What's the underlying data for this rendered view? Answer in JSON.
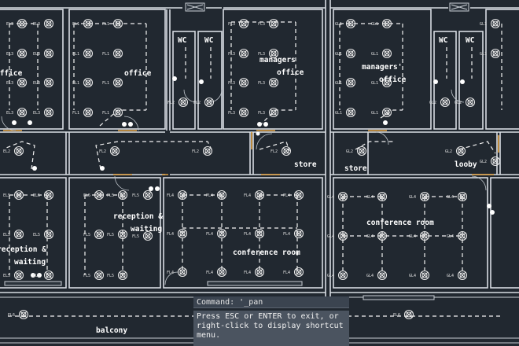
{
  "rooms": [
    {
      "id": "office-left",
      "label": "office"
    },
    {
      "id": "office-mid",
      "label": "office"
    },
    {
      "id": "wc1",
      "label": "WC"
    },
    {
      "id": "wc2",
      "label": "WC"
    },
    {
      "id": "managers-office",
      "label": "managers office"
    },
    {
      "id": "managers-office-right",
      "label": "managers' office"
    },
    {
      "id": "wc3",
      "label": "WC"
    },
    {
      "id": "wc4",
      "label": "WC"
    },
    {
      "id": "store1",
      "label": "store"
    },
    {
      "id": "store2",
      "label": "store"
    },
    {
      "id": "lobby",
      "label": "looby"
    },
    {
      "id": "reception-mid",
      "label": "reception & waiting"
    },
    {
      "id": "reception-left",
      "label": "reception & waiting"
    },
    {
      "id": "conference-mid",
      "label": "conference room"
    },
    {
      "id": "conference-right",
      "label": "conference room"
    },
    {
      "id": "balcony",
      "label": "balcony"
    }
  ],
  "fixtures": [
    {
      "label": "EL3"
    },
    {
      "label": "EL3"
    },
    {
      "label": "EL3"
    },
    {
      "label": "EL3"
    },
    {
      "label": "EL3"
    },
    {
      "label": "EL3"
    },
    {
      "label": "EL3"
    },
    {
      "label": "EL3"
    },
    {
      "label": "FL1"
    },
    {
      "label": "FL1"
    },
    {
      "label": "FL1"
    },
    {
      "label": "FL1"
    },
    {
      "label": "FL1"
    },
    {
      "label": "FL1"
    },
    {
      "label": "FL1"
    },
    {
      "label": "FL1"
    },
    {
      "label": "FL3"
    },
    {
      "label": "FL3"
    },
    {
      "label": "FL3"
    },
    {
      "label": "FL3"
    },
    {
      "label": "FL3"
    },
    {
      "label": "FL3"
    },
    {
      "label": "FL3"
    },
    {
      "label": "FL3"
    },
    {
      "label": "FL2"
    },
    {
      "label": "FL2"
    },
    {
      "label": "GL1"
    },
    {
      "label": "GL1"
    },
    {
      "label": "GL1"
    },
    {
      "label": "GL1"
    },
    {
      "label": "GL1"
    },
    {
      "label": "GL1"
    },
    {
      "label": "GL1"
    },
    {
      "label": "GL1"
    },
    {
      "label": "GL1"
    },
    {
      "label": "GL1"
    },
    {
      "label": "GL2"
    },
    {
      "label": "GL2"
    },
    {
      "label": "EL2"
    },
    {
      "label": "FL2"
    },
    {
      "label": "FL2"
    },
    {
      "label": "FL2"
    },
    {
      "label": "GL2"
    },
    {
      "label": "GL2"
    },
    {
      "label": "GL2"
    },
    {
      "label": "EL5"
    },
    {
      "label": "EL5"
    },
    {
      "label": "EL5"
    },
    {
      "label": "EL5"
    },
    {
      "label": "EL5"
    },
    {
      "label": "EL5"
    },
    {
      "label": "FL5"
    },
    {
      "label": "FL5"
    },
    {
      "label": "FL5"
    },
    {
      "label": "FL5"
    },
    {
      "label": "FL5"
    },
    {
      "label": "FL5"
    },
    {
      "label": "FL5"
    },
    {
      "label": "FL5"
    },
    {
      "label": "FL4"
    },
    {
      "label": "FL4"
    },
    {
      "label": "FL4"
    },
    {
      "label": "FL4"
    },
    {
      "label": "FL4"
    },
    {
      "label": "FL4"
    },
    {
      "label": "FL4"
    },
    {
      "label": "FL4"
    },
    {
      "label": "FL4"
    },
    {
      "label": "FL4"
    },
    {
      "label": "FL4"
    },
    {
      "label": "FL4"
    },
    {
      "label": "GL4"
    },
    {
      "label": "GL4"
    },
    {
      "label": "GL4"
    },
    {
      "label": "GL4"
    },
    {
      "label": "GL4"
    },
    {
      "label": "GL4"
    },
    {
      "label": "GL4"
    },
    {
      "label": "GL4"
    },
    {
      "label": "GL4"
    },
    {
      "label": "GL4"
    },
    {
      "label": "GL4"
    },
    {
      "label": "GL4"
    },
    {
      "label": "EL6"
    },
    {
      "label": "EL6"
    }
  ],
  "command": {
    "line": "Command: '_pan",
    "history": "Press ESC or ENTER to exit, or right-click to display shortcut menu."
  }
}
